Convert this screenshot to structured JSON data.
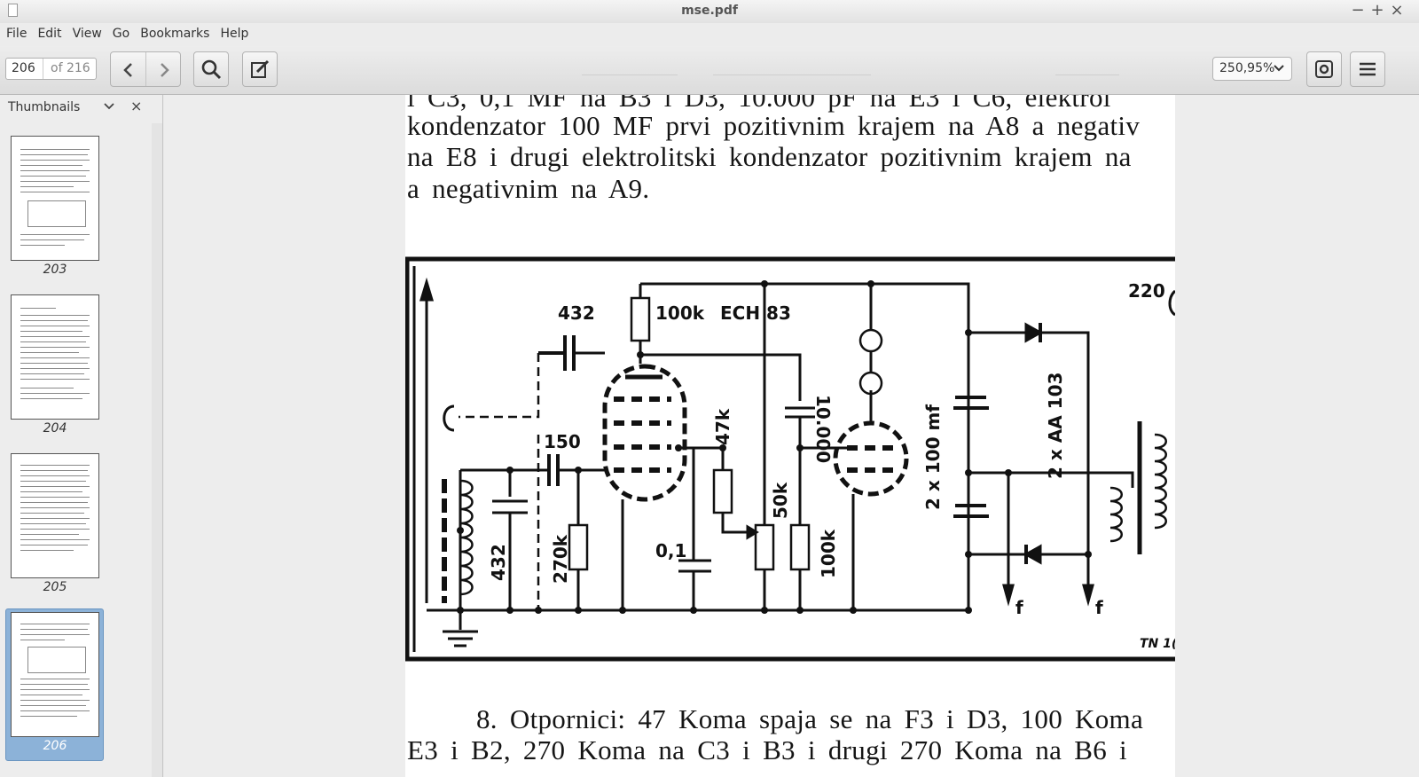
{
  "window": {
    "title": "mse.pdf"
  },
  "menu": [
    "File",
    "Edit",
    "View",
    "Go",
    "Bookmarks",
    "Help"
  ],
  "toolbar": {
    "page_current": "206",
    "page_total": "of 216",
    "zoom": "250,95%"
  },
  "sidebar": {
    "title": "Thumbnails",
    "thumbnails": [
      {
        "page": "203"
      },
      {
        "page": "204"
      },
      {
        "page": "205"
      },
      {
        "page": "206",
        "selected": true
      }
    ]
  },
  "document": {
    "lines_top": [
      "i C3, 0,1 MF na B3 i D3, 10.000 pF na E3 i C6, elektrol",
      "kondenzator 100 MF prvi pozitivnim krajem na A8 a negativ",
      "na E8 i drugi elektrolitski kondenzator pozitivnim krajem na",
      "a negativnim na A9."
    ],
    "schematic_labels": {
      "c1": "432",
      "r1": "100k",
      "tube1": "ECH 83",
      "c2": "10.000",
      "mains": "220",
      "c3": "150",
      "r2": "47k",
      "r3": "50k",
      "caps": "2 x 100 mf",
      "diodes": "2 x AA 103",
      "coil": "432",
      "r4": "270k",
      "c4": "0,1",
      "r5": "100k",
      "fil1": "f",
      "fil2": "f",
      "code": "TN 1("
    },
    "lines_bottom": [
      "8. Otpornici: 47 Koma spaja se na F3 i D3, 100 Koma",
      "E3 i B2, 270 Koma na C3 i B3 i drugi 270 Koma na B6 i"
    ]
  }
}
